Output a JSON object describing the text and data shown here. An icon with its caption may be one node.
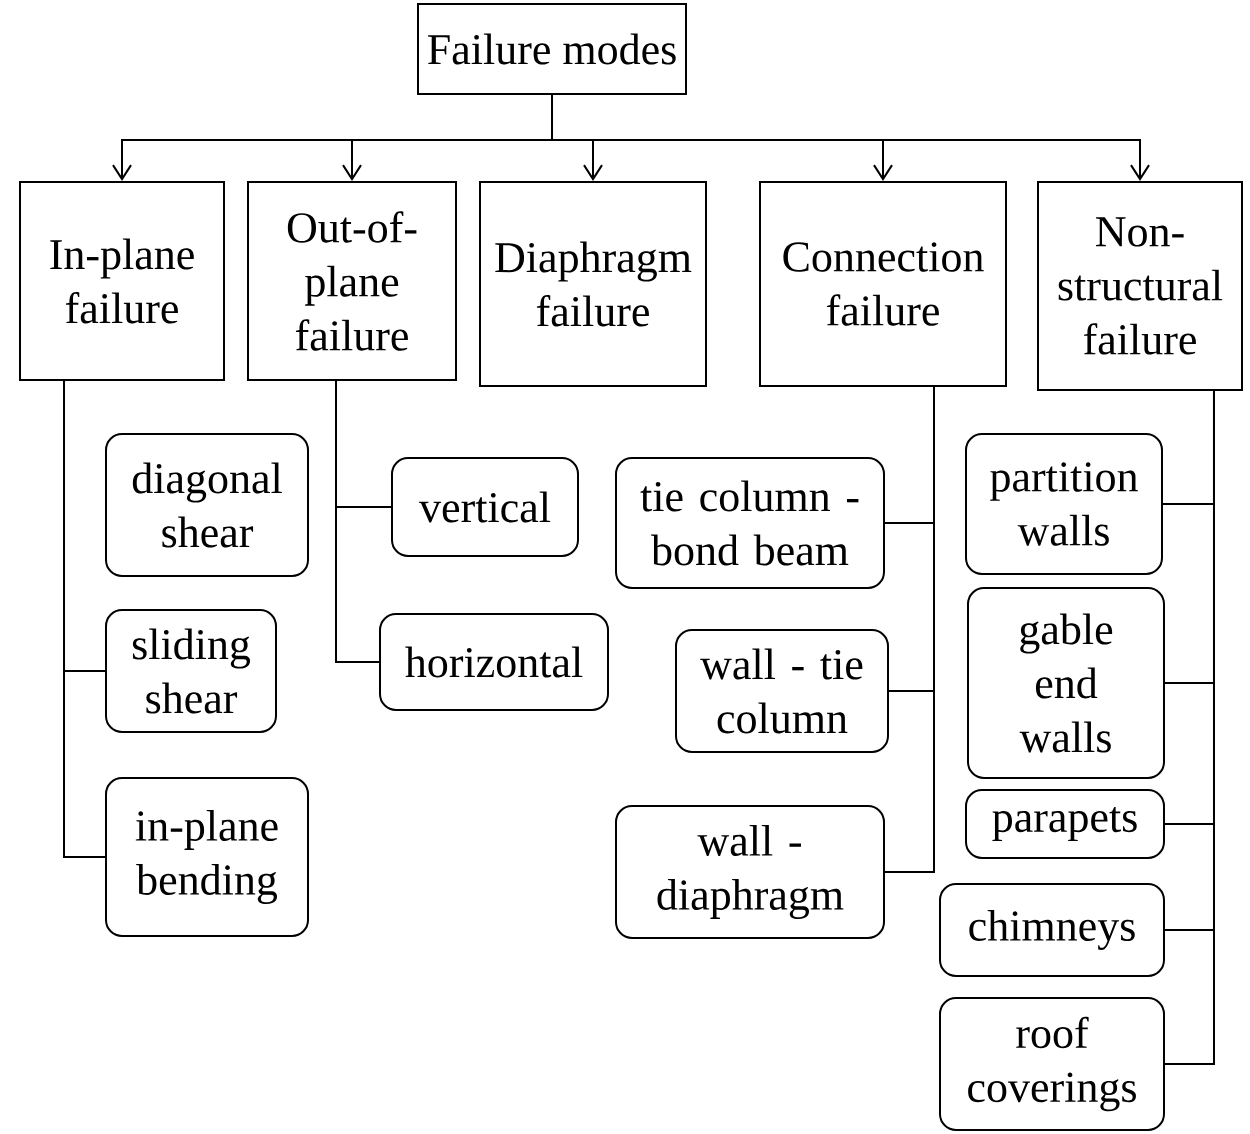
{
  "diagram": {
    "nodes": [
      {
        "text": [
          "Failure modes"
        ]
      },
      {
        "text": [
          "In-plane failure"
        ]
      },
      {
        "text": [
          "Out-of-plane failure"
        ]
      },
      {
        "text": [
          "Diaphragm failure"
        ]
      },
      {
        "text": [
          "Connection failure"
        ]
      },
      {
        "text": [
          "Non-structural failure"
        ]
      },
      {
        "text": [
          "diagonal shear"
        ]
      },
      {
        "text": [
          "sliding shear"
        ]
      },
      {
        "text": [
          "in-plane bending"
        ]
      },
      {
        "text": [
          "vertical"
        ]
      },
      {
        "text": [
          "horizontal"
        ]
      },
      {
        "text": [
          "tie column - bond beam"
        ]
      },
      {
        "text": [
          "wall - tie column"
        ]
      },
      {
        "text": [
          "wall - diaphragm"
        ]
      },
      {
        "text": [
          "partition walls"
        ]
      },
      {
        "text": [
          "gable end walls"
        ]
      },
      {
        "text": [
          "parapets"
        ]
      },
      {
        "text": [
          "chimneys"
        ]
      },
      {
        "text": [
          "roof coverings"
        ]
      }
    ],
    "edges": [
      {
        "from": 0,
        "to": 1,
        "arrow": "to"
      },
      {
        "from": 0,
        "to": 2,
        "arrow": "to"
      },
      {
        "from": 0,
        "to": 3,
        "arrow": "to"
      },
      {
        "from": 0,
        "to": 4,
        "arrow": "to"
      },
      {
        "from": 0,
        "to": 5,
        "arrow": "to"
      },
      {
        "from": 1,
        "to": 7,
        "arrow": "none"
      },
      {
        "from": 1,
        "to": 8,
        "arrow": "none"
      },
      {
        "from": 2,
        "to": 9,
        "arrow": "none"
      },
      {
        "from": 2,
        "to": 10,
        "arrow": "none"
      },
      {
        "from": 4,
        "to": 11,
        "arrow": "none"
      },
      {
        "from": 4,
        "to": 12,
        "arrow": "none"
      },
      {
        "from": 4,
        "to": 13,
        "arrow": "none"
      },
      {
        "from": 5,
        "to": 14,
        "arrow": "none"
      },
      {
        "from": 5,
        "to": 15,
        "arrow": "none"
      },
      {
        "from": 5,
        "to": 16,
        "arrow": "none"
      },
      {
        "from": 5,
        "to": 17,
        "arrow": "none"
      },
      {
        "from": 5,
        "to": 18,
        "arrow": "none"
      }
    ]
  }
}
